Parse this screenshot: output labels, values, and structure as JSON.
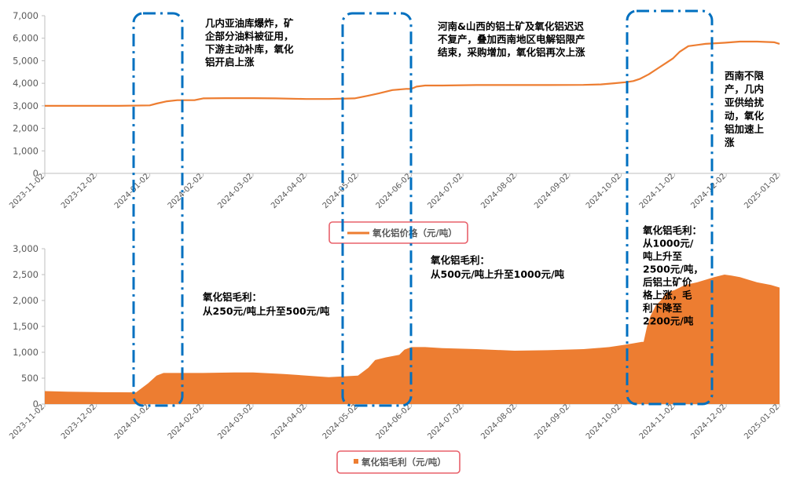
{
  "colors": {
    "series": "#ED7D31",
    "box": "#0070C0",
    "legend_border": "#E8606A",
    "axis": "#bfbfbf",
    "text": "#595959",
    "annotation": "#000000"
  },
  "chart_data": [
    {
      "type": "line",
      "legend": {
        "label": "氧化铝价格（元/吨）",
        "placement": "bottom"
      },
      "y_ticks": [
        "0",
        "1,000",
        "2,000",
        "3,000",
        "4,000",
        "5,000",
        "6,000",
        "7,000"
      ],
      "ylim": [
        0,
        7000
      ],
      "x_ticks": [
        "2023-11-02",
        "2023-12-02",
        "2024-01-02",
        "2024-02-02",
        "2024-03-02",
        "2024-04-02",
        "2024-05-02",
        "2024-06-02",
        "2024-07-02",
        "2024-08-02",
        "2024-09-02",
        "2024-10-02",
        "2024-11-02",
        "2024-12-02",
        "2025-01-02"
      ],
      "grid": false,
      "series": [
        {
          "x": [
            "2023-11-02",
            "2023-12-15",
            "2024-01-02",
            "2024-01-06",
            "2024-01-12",
            "2024-01-18",
            "2024-01-28",
            "2024-02-02",
            "2024-02-15",
            "2024-03-02",
            "2024-03-15",
            "2024-04-02",
            "2024-04-15",
            "2024-04-30",
            "2024-05-08",
            "2024-05-14",
            "2024-05-22",
            "2024-05-30",
            "2024-06-02",
            "2024-06-05",
            "2024-06-10",
            "2024-06-20",
            "2024-07-10",
            "2024-08-01",
            "2024-08-20",
            "2024-09-10",
            "2024-09-20",
            "2024-09-28",
            "2024-10-05",
            "2024-10-09",
            "2024-10-13",
            "2024-10-18",
            "2024-10-23",
            "2024-10-28",
            "2024-11-01",
            "2024-11-05",
            "2024-11-10",
            "2024-11-20",
            "2024-12-01",
            "2024-12-10",
            "2024-12-20",
            "2024-12-30",
            "2025-01-02"
          ],
          "values": [
            3000,
            3000,
            3020,
            3100,
            3200,
            3250,
            3250,
            3330,
            3340,
            3340,
            3330,
            3300,
            3300,
            3330,
            3450,
            3550,
            3700,
            3750,
            3750,
            3850,
            3900,
            3900,
            3920,
            3920,
            3920,
            3930,
            3950,
            4000,
            4050,
            4100,
            4200,
            4400,
            4650,
            4900,
            5100,
            5400,
            5650,
            5750,
            5800,
            5850,
            5850,
            5820,
            5750
          ]
        }
      ],
      "annotations": [
        {
          "lines": [
            "几内亚油库爆炸，矿",
            "企部分油料被征用，",
            "下游主动补库，氧化",
            "铝开启上涨"
          ]
        },
        {
          "lines": [
            "河南&山西的铝土矿及氧化铝迟迟",
            "不复产，叠加西南地区电解铝限产",
            "结束，采购增加，氧化铝再次上涨"
          ]
        },
        {
          "lines": [
            "西南不限",
            "产，几内",
            "亚供给扰",
            "动，氧化",
            "铝加速上",
            "涨"
          ]
        }
      ]
    },
    {
      "type": "area",
      "legend": {
        "label": "氧化铝毛利（元/吨）",
        "placement": "bottom"
      },
      "y_ticks": [
        "0",
        "500",
        "1,000",
        "1,500",
        "2,000",
        "2,500",
        "3,000"
      ],
      "ylim": [
        0,
        3000
      ],
      "x_ticks": [
        "2023-11-02",
        "2023-12-02",
        "2024-01-02",
        "2024-02-02",
        "2024-03-02",
        "2024-04-02",
        "2024-05-02",
        "2024-06-02",
        "2024-07-02",
        "2024-08-02",
        "2024-09-02",
        "2024-10-02",
        "2024-11-02",
        "2024-12-02",
        "2025-01-02"
      ],
      "grid": false,
      "series": [
        {
          "x": [
            "2023-11-02",
            "2023-11-15",
            "2023-12-01",
            "2023-12-25",
            "2023-12-28",
            "2024-01-01",
            "2024-01-06",
            "2024-01-10",
            "2024-01-20",
            "2024-02-02",
            "2024-02-20",
            "2024-03-02",
            "2024-03-20",
            "2024-04-02",
            "2024-04-15",
            "2024-05-02",
            "2024-05-08",
            "2024-05-12",
            "2024-05-18",
            "2024-05-26",
            "2024-05-29",
            "2024-06-02",
            "2024-06-10",
            "2024-06-20",
            "2024-07-10",
            "2024-08-01",
            "2024-08-20",
            "2024-09-10",
            "2024-09-25",
            "2024-10-05",
            "2024-10-14",
            "2024-10-15",
            "2024-10-17",
            "2024-10-19",
            "2024-10-22",
            "2024-10-25",
            "2024-10-28",
            "2024-11-02",
            "2024-11-08",
            "2024-11-15",
            "2024-11-20",
            "2024-11-25",
            "2024-12-01",
            "2024-12-05",
            "2024-12-10",
            "2024-12-15",
            "2024-12-20",
            "2024-12-28",
            "2025-01-02"
          ],
          "values": [
            250,
            240,
            230,
            225,
            300,
            400,
            550,
            600,
            600,
            600,
            610,
            610,
            580,
            550,
            520,
            550,
            700,
            850,
            900,
            950,
            1050,
            1100,
            1100,
            1080,
            1060,
            1030,
            1040,
            1060,
            1100,
            1150,
            1200,
            1200,
            1500,
            1700,
            1900,
            2000,
            2150,
            2200,
            2300,
            2350,
            2400,
            2450,
            2500,
            2480,
            2450,
            2400,
            2350,
            2300,
            2250
          ]
        }
      ],
      "annotations": [
        {
          "lines": [
            "氧化铝毛利：",
            "从250元/吨上升至500元/吨"
          ]
        },
        {
          "lines": [
            "氧化铝毛利：",
            "从500元/吨上升至1000元/吨"
          ]
        },
        {
          "lines": [
            "氧化铝毛利：",
            "从1000元/",
            "吨上升至",
            "2500元/吨，",
            "后铝土矿价",
            "格上涨，毛",
            "利下降至",
            "2200元/吨"
          ]
        }
      ]
    }
  ]
}
